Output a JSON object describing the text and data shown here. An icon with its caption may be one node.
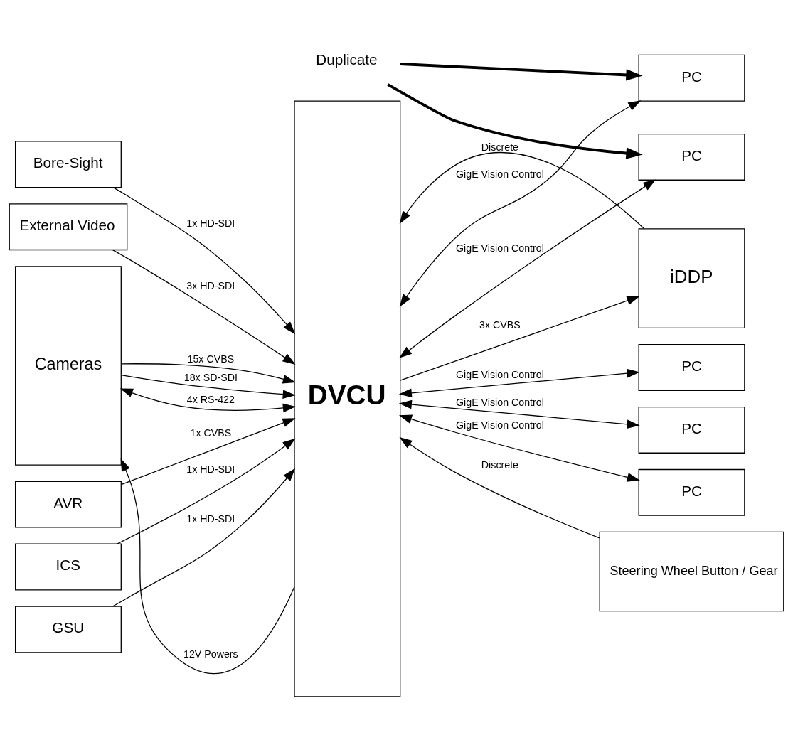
{
  "diagram": {
    "nodes": [
      {
        "text": [
          "Cameras"
        ]
      },
      {
        "text": [
          "AVR"
        ]
      },
      {
        "text": [
          "ICS"
        ]
      },
      {
        "text": [
          "GSU"
        ]
      },
      {
        "text": [
          "Bore-Sight"
        ]
      },
      {
        "text": [
          "External Video"
        ]
      },
      {
        "text": [
          "DVCU"
        ]
      },
      {
        "text": [
          "iDDP"
        ]
      },
      {
        "text": [
          "Steering Wheel Button / Gear"
        ]
      },
      {
        "text": [
          "PC"
        ]
      },
      {
        "text": [
          "PC"
        ]
      },
      {
        "text": [
          "PC"
        ]
      },
      {
        "text": [
          "PC"
        ]
      },
      {
        "text": [
          "PC"
        ]
      },
      {
        "text": [
          "Duplicate"
        ]
      }
    ],
    "edges": [
      {
        "from": 0,
        "to": 6,
        "arrow": "to",
        "label": "15x CVBS"
      },
      {
        "from": 0,
        "to": 6,
        "arrow": "to",
        "label": "18x SD-SDI"
      },
      {
        "from": 0,
        "to": 6,
        "arrow": "both",
        "label": "4x RS-422"
      },
      {
        "from": 6,
        "to": 0,
        "arrow": "to",
        "label": "12V Powers"
      },
      {
        "from": 1,
        "to": 6,
        "arrow": "to",
        "label": "1x CVBS"
      },
      {
        "from": 2,
        "to": 6,
        "arrow": "to",
        "label": "1x HD-SDI"
      },
      {
        "from": 3,
        "to": 6,
        "arrow": "to",
        "label": "1x HD-SDI"
      },
      {
        "from": 4,
        "to": 6,
        "arrow": "to",
        "label": "1x HD-SDI"
      },
      {
        "from": 5,
        "to": 6,
        "arrow": "to",
        "label": "3x HD-SDI"
      },
      {
        "from": 6,
        "to": 7,
        "arrow": "to",
        "label": "3x CVBS"
      },
      {
        "from": 7,
        "to": 6,
        "arrow": "to",
        "label": "Discrete"
      },
      {
        "from": 8,
        "to": 6,
        "arrow": "to",
        "label": "Discrete"
      },
      {
        "from": 6,
        "to": 9,
        "arrow": "both",
        "label": "GigE Vision Control"
      },
      {
        "from": 6,
        "to": 10,
        "arrow": "both",
        "label": "GigE Vision Control"
      },
      {
        "from": 6,
        "to": 11,
        "arrow": "both",
        "label": "GigE Vision Control"
      },
      {
        "from": 6,
        "to": 12,
        "arrow": "both",
        "label": "GigE Vision Control"
      },
      {
        "from": 6,
        "to": 13,
        "arrow": "both",
        "label": "GigE Vision Control"
      },
      {
        "from": 14,
        "to": 12,
        "arrow": "to",
        "style": "thick"
      },
      {
        "from": 14,
        "to": 13,
        "arrow": "to",
        "style": "thick"
      }
    ]
  }
}
